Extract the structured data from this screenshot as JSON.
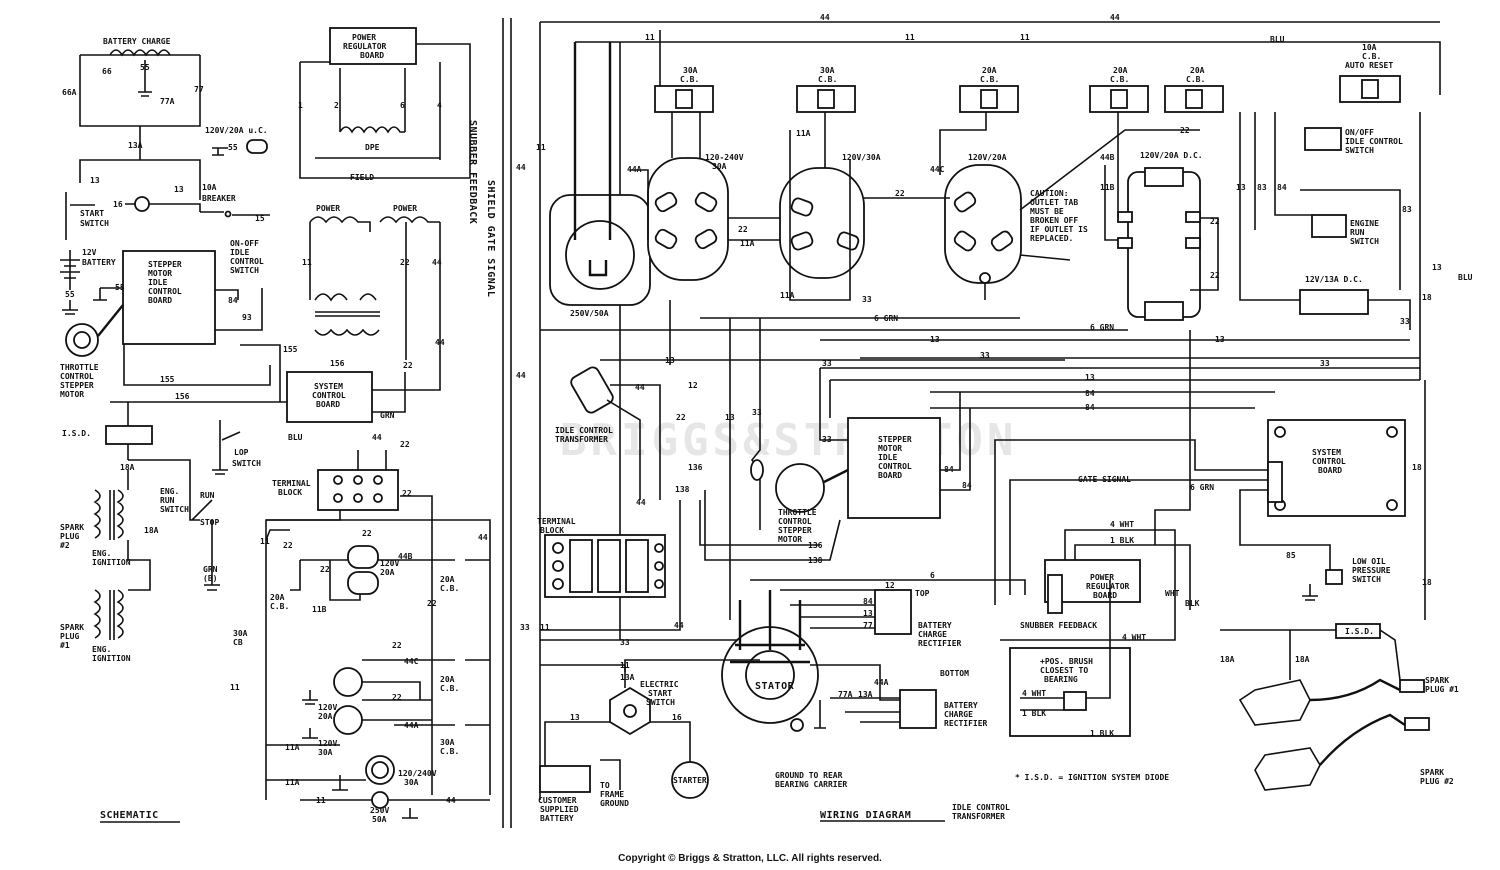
{
  "copyright": "Copyright © Briggs & Stratton, LLC. All rights reserved.",
  "watermark": "BRIGGS&STRATTON",
  "schematic": {
    "title": "SCHEMATIC",
    "battery_charge": "BATTERY CHARGE",
    "power_regulator_board": [
      "POWER",
      "REGULATOR",
      "BOARD"
    ],
    "dpe": "DPE",
    "field": "FIELD",
    "snubber_feedback": "SNUBBER FEEDBACK",
    "shield_gate_signal": "SHIELD GATE SIGNAL",
    "outlet_120_20_uc": "120V/20A u.C.",
    "breaker_10a": [
      "10A",
      "BREAKER"
    ],
    "start_switch": [
      "START",
      "SWITCH"
    ],
    "battery_12v": [
      "12V",
      "BATTERY"
    ],
    "power_left": "POWER",
    "power_right": "POWER",
    "stepper_board": [
      "STEPPER",
      "MOTOR",
      "IDLE",
      "CONTROL",
      "BOARD"
    ],
    "onoff_idle_switch": [
      "ON-OFF",
      "IDLE",
      "CONTROL",
      "SWITCH"
    ],
    "throttle_motor": [
      "THROTTLE",
      "CONTROL",
      "STEPPER",
      "MOTOR"
    ],
    "system_control_board": [
      "SYSTEM",
      "CONTROL",
      "BOARD"
    ],
    "lop_switch": [
      "LOP",
      "SWITCH"
    ],
    "isd": "I.S.D.",
    "eng_run_switch": [
      "ENG.",
      "RUN",
      "SWITCH"
    ],
    "run": "RUN",
    "stop": "STOP",
    "spark_plug_2": [
      "SPARK",
      "PLUG",
      "#2"
    ],
    "spark_plug_1": [
      "SPARK",
      "PLUG",
      "#1"
    ],
    "eng_ignition_2": [
      "ENG.",
      "IGNITION"
    ],
    "eng_ignition_1": [
      "ENG.",
      "IGNITION"
    ],
    "grn_b": [
      "GRN",
      "(B)"
    ],
    "terminal_block": [
      "TERMINAL",
      "BLOCK"
    ],
    "cb_20a_1": [
      "20A",
      "C.B."
    ],
    "cb_20a_2": [
      "20A",
      "C.B."
    ],
    "cb_20a_3": [
      "20A",
      "C.B."
    ],
    "cb_30a_1": [
      "30A",
      "C.B."
    ],
    "cb_30a_left": [
      "30A",
      "CB"
    ],
    "outlet_120v_20a_a": [
      "120V",
      "20A"
    ],
    "outlet_120v_20a_b": [
      "120V",
      "20A"
    ],
    "outlet_120v_30a": [
      "120V",
      "30A"
    ],
    "outlet_120_240v_30a": [
      "120/240V",
      "30A"
    ],
    "outlet_250v_50a": [
      "250V",
      "50A"
    ],
    "wire_numbers": [
      "66",
      "55",
      "77",
      "66A",
      "77A",
      "13A",
      "13",
      "16",
      "15",
      "55",
      "2",
      "6",
      "4",
      "1",
      "11",
      "22",
      "44",
      "84",
      "93",
      "155",
      "156",
      "GRN",
      "BLU",
      "18A",
      "18A",
      "11B",
      "44B",
      "44C",
      "44A",
      "11A",
      "11A",
      "22",
      "22",
      "22",
      "11",
      "11"
    ]
  },
  "wiring": {
    "title": "WIRING DIAGRAM",
    "subtitle": [
      "IDLE CONTROL",
      "TRANSFORMER"
    ],
    "breakers": [
      {
        "rating": "30A",
        "type": "C.B."
      },
      {
        "rating": "30A",
        "type": "C.B."
      },
      {
        "rating": "20A",
        "type": "C.B."
      },
      {
        "rating": "20A",
        "type": "C.B."
      },
      {
        "rating": "20A",
        "type": "C.B."
      },
      {
        "rating": "10A",
        "type": "C.B.",
        "extra": "AUTO RESET"
      }
    ],
    "outlet_120_240": [
      "120-240V",
      "30A"
    ],
    "outlet_120_30": "120V/30A",
    "outlet_120_20": "120V/20A",
    "outlet_120_20_dc": "120V/20A D.C.",
    "outlet_250_50": "250V/50A",
    "caution": [
      "CAUTION:",
      "OUTLET TAB",
      "MUST BE",
      "BROKEN OFF",
      "IF OUTLET IS",
      "REPLACED."
    ],
    "onoff_idle": [
      "ON/OFF",
      "IDLE CONTROL",
      "SWITCH"
    ],
    "engine_run": [
      "ENGINE",
      "RUN",
      "SWITCH"
    ],
    "dc_12v": "12V/13A D.C.",
    "idle_transformer": [
      "IDLE CONTROL",
      "TRANSFORMER"
    ],
    "stepper_board": [
      "STEPPER",
      "MOTOR",
      "IDLE",
      "CONTROL",
      "BOARD"
    ],
    "throttle": [
      "THROTTLE",
      "CONTROL",
      "STEPPER",
      "MOTOR"
    ],
    "system_control": [
      "SYSTEM",
      "CONTROL",
      "BOARD"
    ],
    "gate_signal": "GATE SIGNAL",
    "low_oil": [
      "LOW OIL",
      "PRESSURE",
      "SWITCH"
    ],
    "terminal_block": [
      "TERMINAL",
      "BLOCK"
    ],
    "power_reg": [
      "POWER",
      "REGULATOR",
      "BOARD"
    ],
    "snubber": "SNUBBER FEEDBACK",
    "battery_rect_top": [
      "BATTERY",
      "CHARGE",
      "RECTIFIER"
    ],
    "battery_rect_bottom": [
      "BATTERY",
      "CHARGE",
      "RECTIFIER"
    ],
    "top": "TOP",
    "bottom": "BOTTOM",
    "pos_brush": [
      "+POS. BRUSH",
      "CLOSEST TO",
      "BEARING"
    ],
    "electric_start": [
      "ELECTRIC",
      "START",
      "SWITCH"
    ],
    "stator": "STATOR",
    "starter": "STARTER",
    "ground_rear": [
      "GROUND TO REAR",
      "BEARING CARRIER"
    ],
    "customer_battery": [
      "CUSTOMER",
      "SUPPLIED",
      "BATTERY"
    ],
    "to_frame": [
      "TO",
      "FRAME",
      "GROUND"
    ],
    "isd": "I.S.D.",
    "isd_note": "* I.S.D. = IGNITION SYSTEM DIODE",
    "spark_1": [
      "SPARK",
      "PLUG #1"
    ],
    "spark_2": [
      "SPARK",
      "PLUG #2"
    ],
    "blu": "BLU",
    "wire_numbers": [
      "44",
      "44",
      "11",
      "11",
      "11",
      "44",
      "44A",
      "11A",
      "22",
      "22",
      "11A",
      "44C",
      "33",
      "6 GRN",
      "6 GRN",
      "13",
      "13",
      "33",
      "33",
      "84",
      "83",
      "84",
      "83",
      "18",
      "13",
      "18",
      "22",
      "11B",
      "44B",
      "22",
      "13",
      "22",
      "44",
      "12",
      "6 GRN",
      "136",
      "138",
      "136",
      "138",
      "12",
      "6",
      "84",
      "13",
      "77",
      "44A",
      "77A",
      "13A",
      "13",
      "16",
      "18",
      "18A",
      "18A",
      "4 WHT",
      "1 BLK",
      "4 WHT",
      "1 BLK",
      "WHT",
      "BLK",
      "4 WHT",
      "1 BLK",
      "18",
      "85",
      "18",
      "18",
      "33",
      "11",
      "11",
      "44",
      "22",
      "6 GRN"
    ]
  }
}
